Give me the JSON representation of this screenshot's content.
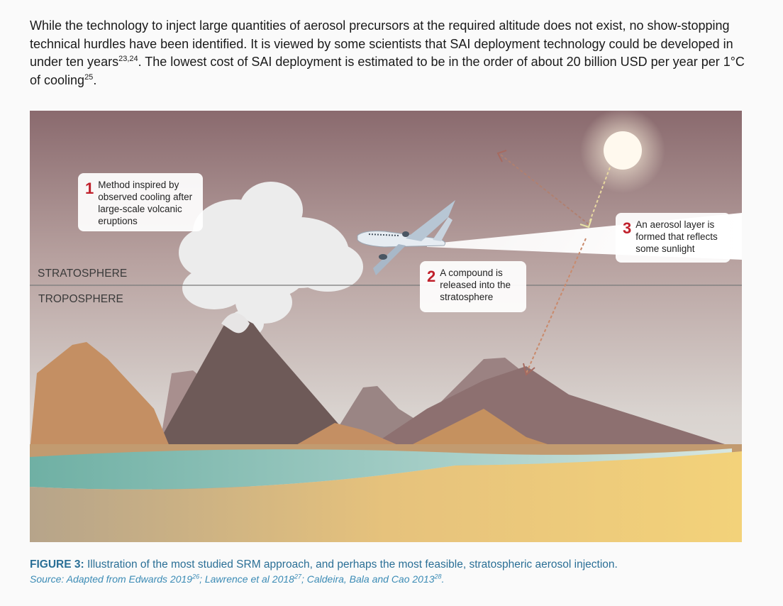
{
  "paragraph": {
    "line1": "While the technology to inject large quantities of aerosol precursors at the required altitude does not exist, no show-stopping technical hurdles have been identified. It is viewed by some scientists that SAI deployment technology could be developed in under ten years",
    "ref1": "23,24",
    "line2": ". The lowest cost of SAI deployment is estimated to be in the order of about 20 billion USD per year per 1°C of cooling",
    "ref2": "25",
    "end": "."
  },
  "figure": {
    "stratosphere_label": "STRATOSPHERE",
    "troposphere_label": "TROPOSPHERE",
    "callouts": [
      {
        "num": "1",
        "text": "Method inspired by observed cooling after large-scale volcanic eruptions"
      },
      {
        "num": "2",
        "text": "A compound is released into the stratosphere"
      },
      {
        "num": "3",
        "text": "An aerosol layer is formed that reflects some sunlight"
      }
    ]
  },
  "caption": {
    "label": "FIGURE 3:",
    "text": " Illustration of the most studied SRM approach, and perhaps the most feasible, stratospheric aerosol injection.",
    "source_prefix": "Source: Adapted from Edwards 2019",
    "ref_a": "26",
    "mid_a": "; Lawrence et al 2018",
    "ref_b": "27",
    "mid_b": "; Caldeira, Bala and Cao 2013",
    "ref_c": "28",
    "end": "."
  },
  "colors": {
    "caption_blue": "#2a6f96",
    "callout_number_red": "#c0202b"
  }
}
